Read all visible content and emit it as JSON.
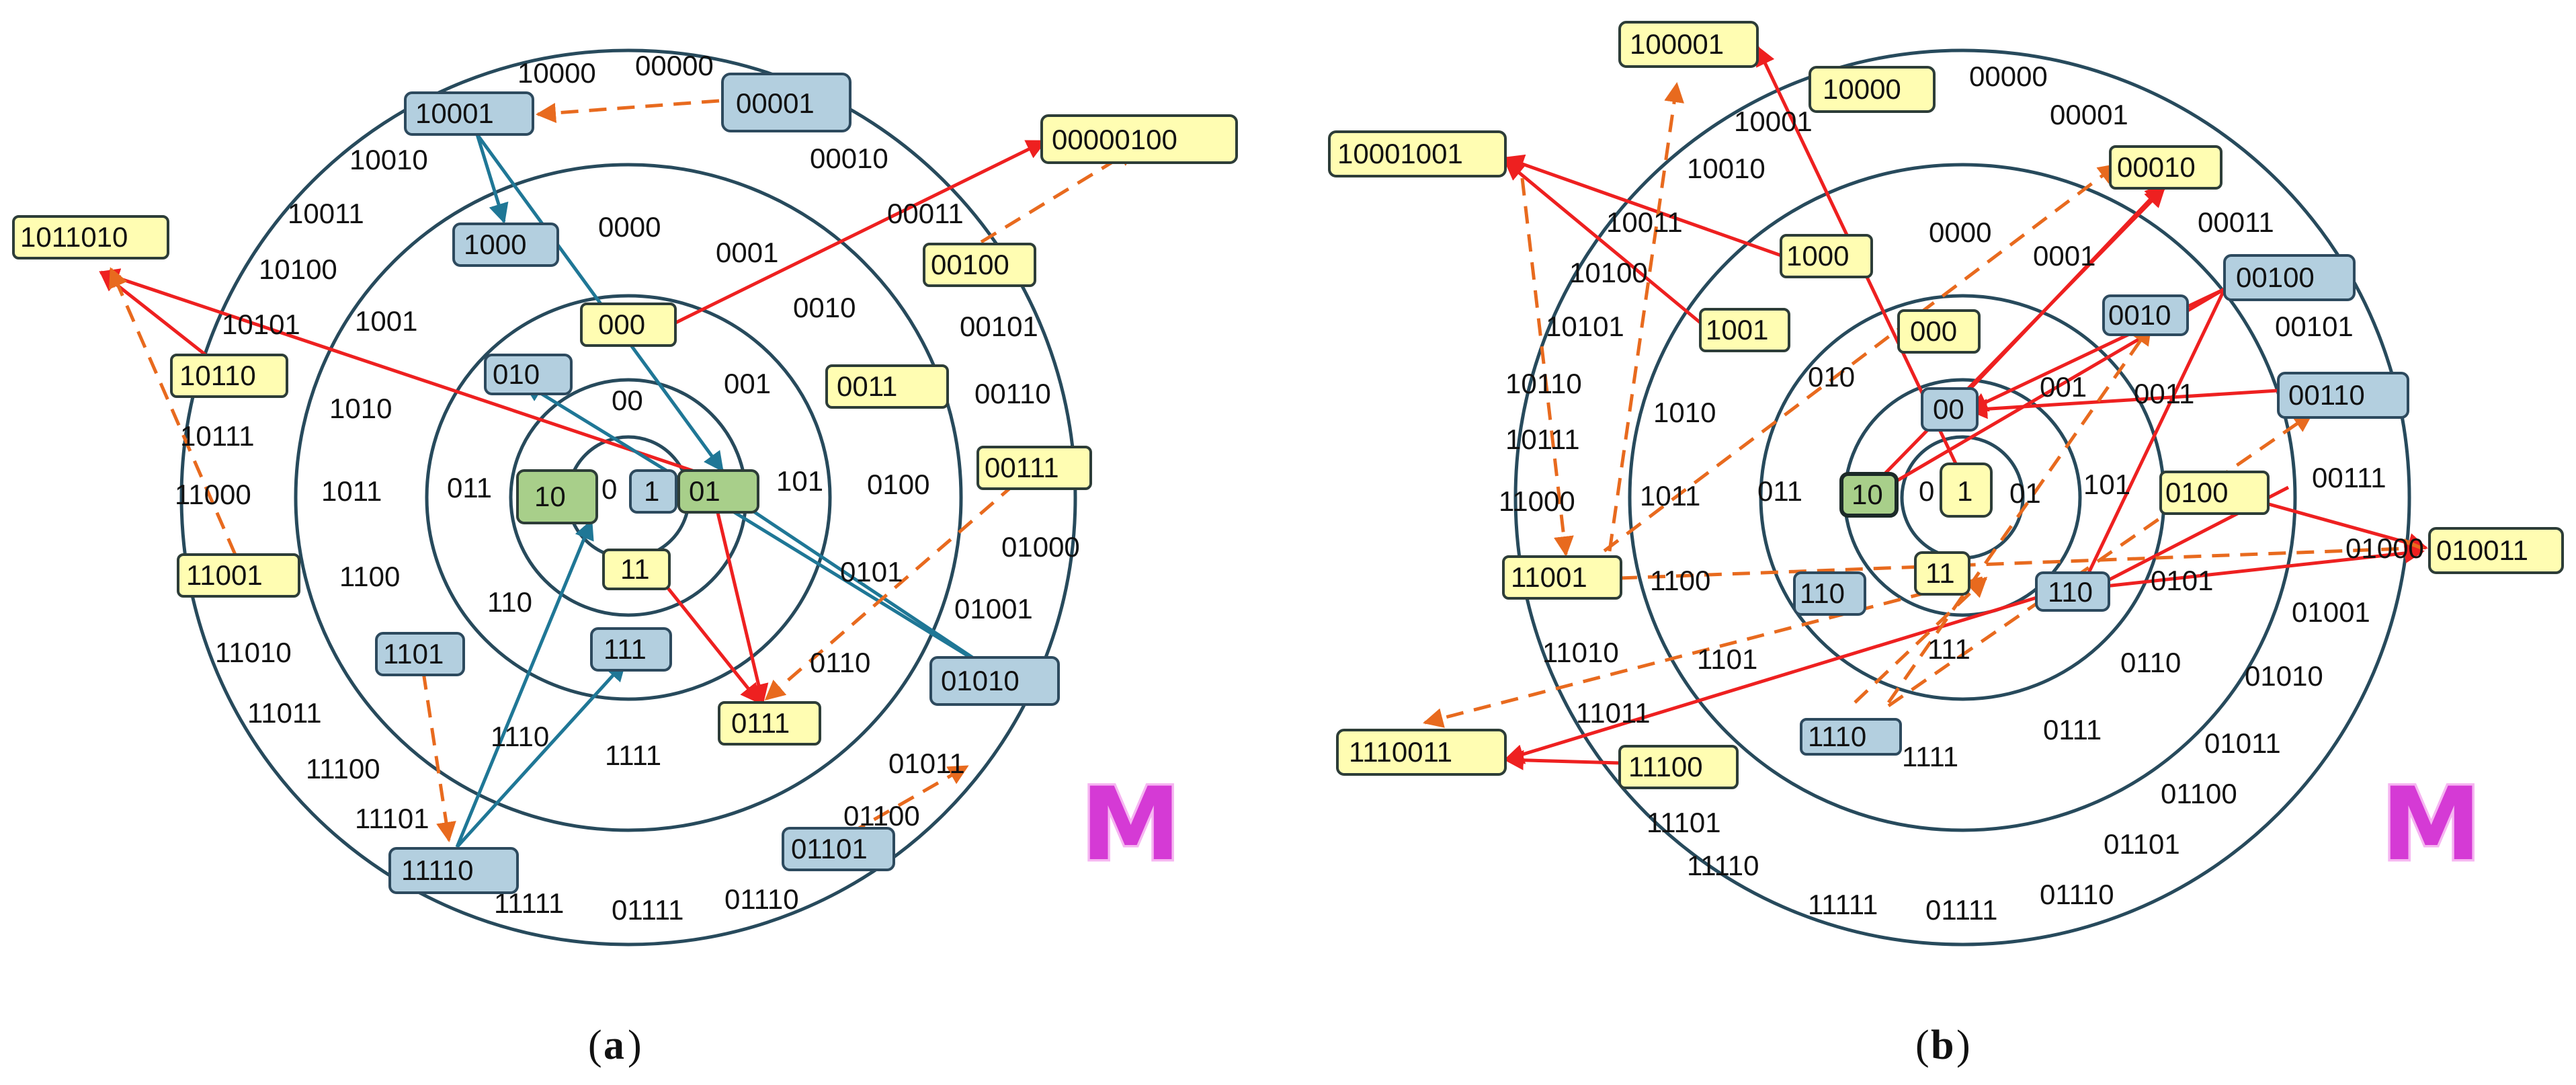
{
  "colors": {
    "ring": "#274a5c",
    "yellow_fill": "#fffdb2",
    "yellow_stroke": "#2d3d38",
    "blue_fill": "#b3cfdf",
    "blue_stroke": "#2d4a5e",
    "green_fill": "#a8cf8a",
    "red_arrow": "#ee2020",
    "orange_arrow": "#e86a1e",
    "teal_arrow": "#1f7796",
    "logo": "#d53ad5"
  },
  "icons": {
    "logo": "letter-M-logo"
  },
  "panels": [
    {
      "caption_open": "(",
      "caption_letter": "a",
      "caption_close": ")",
      "logo_text": "M",
      "labels": [
        "10000",
        "00000",
        "00010",
        "10010",
        "00011",
        "10011",
        "10100",
        "10101",
        "10111",
        "11000",
        "11010",
        "11011",
        "11100",
        "11101",
        "11111",
        "01111",
        "01110",
        "01100",
        "01011",
        "01001",
        "01000",
        "00110",
        "00101",
        "1001",
        "0000",
        "0001",
        "0010",
        "1010",
        "1011",
        "1100",
        "1110",
        "1111",
        "0110",
        "0101",
        "0100",
        "00",
        "001",
        "011",
        "0",
        "101",
        "110"
      ],
      "yellow_boxes": [
        "00000100",
        "00100",
        "000",
        "0011",
        "00111",
        "1011010",
        "10110",
        "11001",
        "11",
        "0111"
      ],
      "blue_boxes": [
        "10001",
        "00001",
        "1000",
        "010",
        "1",
        "1101",
        "111",
        "01010",
        "11110",
        "01101"
      ],
      "green_boxes": [
        "10",
        "01"
      ]
    },
    {
      "caption_open": "(",
      "caption_letter": "b",
      "caption_close": ")",
      "logo_text": "M",
      "labels": [
        "00000",
        "10001",
        "00001",
        "10010",
        "00011",
        "10011",
        "10100",
        "10101",
        "00101",
        "10110",
        "10111",
        "11000",
        "00111",
        "01000",
        "11010",
        "01001",
        "11011",
        "01010",
        "01011",
        "11101",
        "01100",
        "11110",
        "01101",
        "11111",
        "01111",
        "01110",
        "0000",
        "0001",
        "1010",
        "010",
        "001",
        "0011",
        "1011",
        "011",
        "0",
        "01",
        "101",
        "1100",
        "0101",
        "1101",
        "111",
        "0110",
        "0111",
        "1111"
      ],
      "yellow_boxes": [
        "100001",
        "10000",
        "10001001",
        "00010",
        "1000",
        "1001",
        "000",
        "0100",
        "010011",
        "11001",
        "1110011",
        "11100",
        "1",
        "11"
      ],
      "blue_boxes": [
        "00100",
        "0010",
        "00110",
        "00",
        "110",
        "1110",
        "110"
      ],
      "green_boxes": [
        "10"
      ]
    }
  ]
}
